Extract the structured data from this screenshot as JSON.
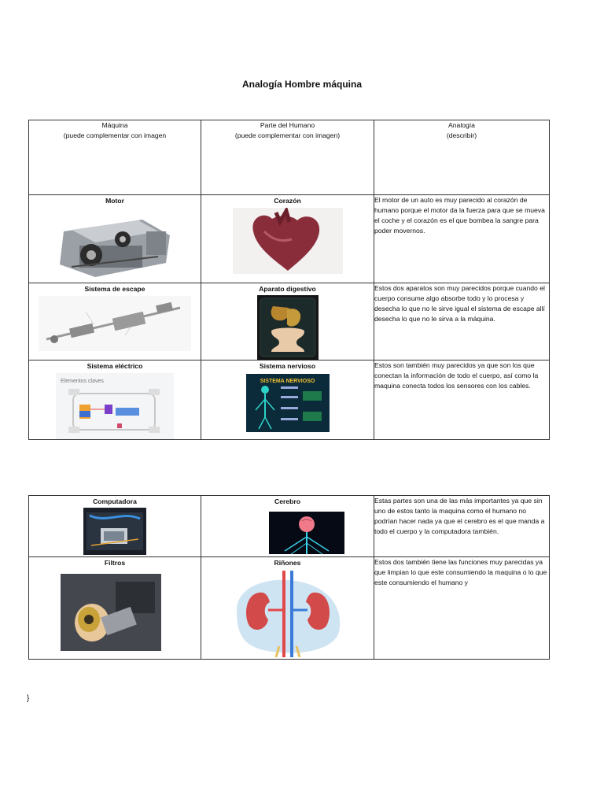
{
  "title": "Analogía Hombre máquina",
  "header": {
    "col1": "Máquina",
    "col1_note": "(puede complementar con imagen",
    "col2": "Parte del Humano",
    "col2_note": "(puede complementar con imagen)",
    "col3": "Analogía",
    "col3_note": "(describir)"
  },
  "rows": [
    {
      "machine": "Motor",
      "human": "Corazón",
      "analogy": "El motor de un auto es muy parecido al corazón de humano porque el motor da la fuerza para que se mueva el coche y el corazón es el que bombea la sangre para poder movernos."
    },
    {
      "machine": "Sistema de escape",
      "human": "Aparato digestivo",
      "analogy": "Estos dos aparatos son muy parecidos porque cuando el cuerpo consume algo absorbe todo y lo procesa y desecha lo que no le sirve igual el sistema de escape allí desecha lo que no le sirva a la máquina."
    },
    {
      "machine": "Sistema eléctrico",
      "human": "Sistema nervioso",
      "analogy": "Estos son también muy parecidos ya que son los que conectan la información de todo el cuerpo, así como la maquina conecta todos los sensores con los cables."
    },
    {
      "machine": "Computadora",
      "human": "Cerebro",
      "analogy": "Estas partes son una de las más importantes ya que sin uno de estos tanto la maquina como el humano no podrían hacer nada ya que el cerebro es el que manda a todo el cuerpo y la computadora también."
    },
    {
      "machine": "Filtros",
      "human": "Riñones",
      "analogy": "Estos dos también tiene las funciones muy parecidas ya que limpian lo que este consumiendo la maquina o lo que este consumiendo el humano y"
    }
  ],
  "image_text": {
    "electrical": "Elementos claves",
    "nervous": "SISTEMA NERVIOSO"
  },
  "end_mark": "}"
}
